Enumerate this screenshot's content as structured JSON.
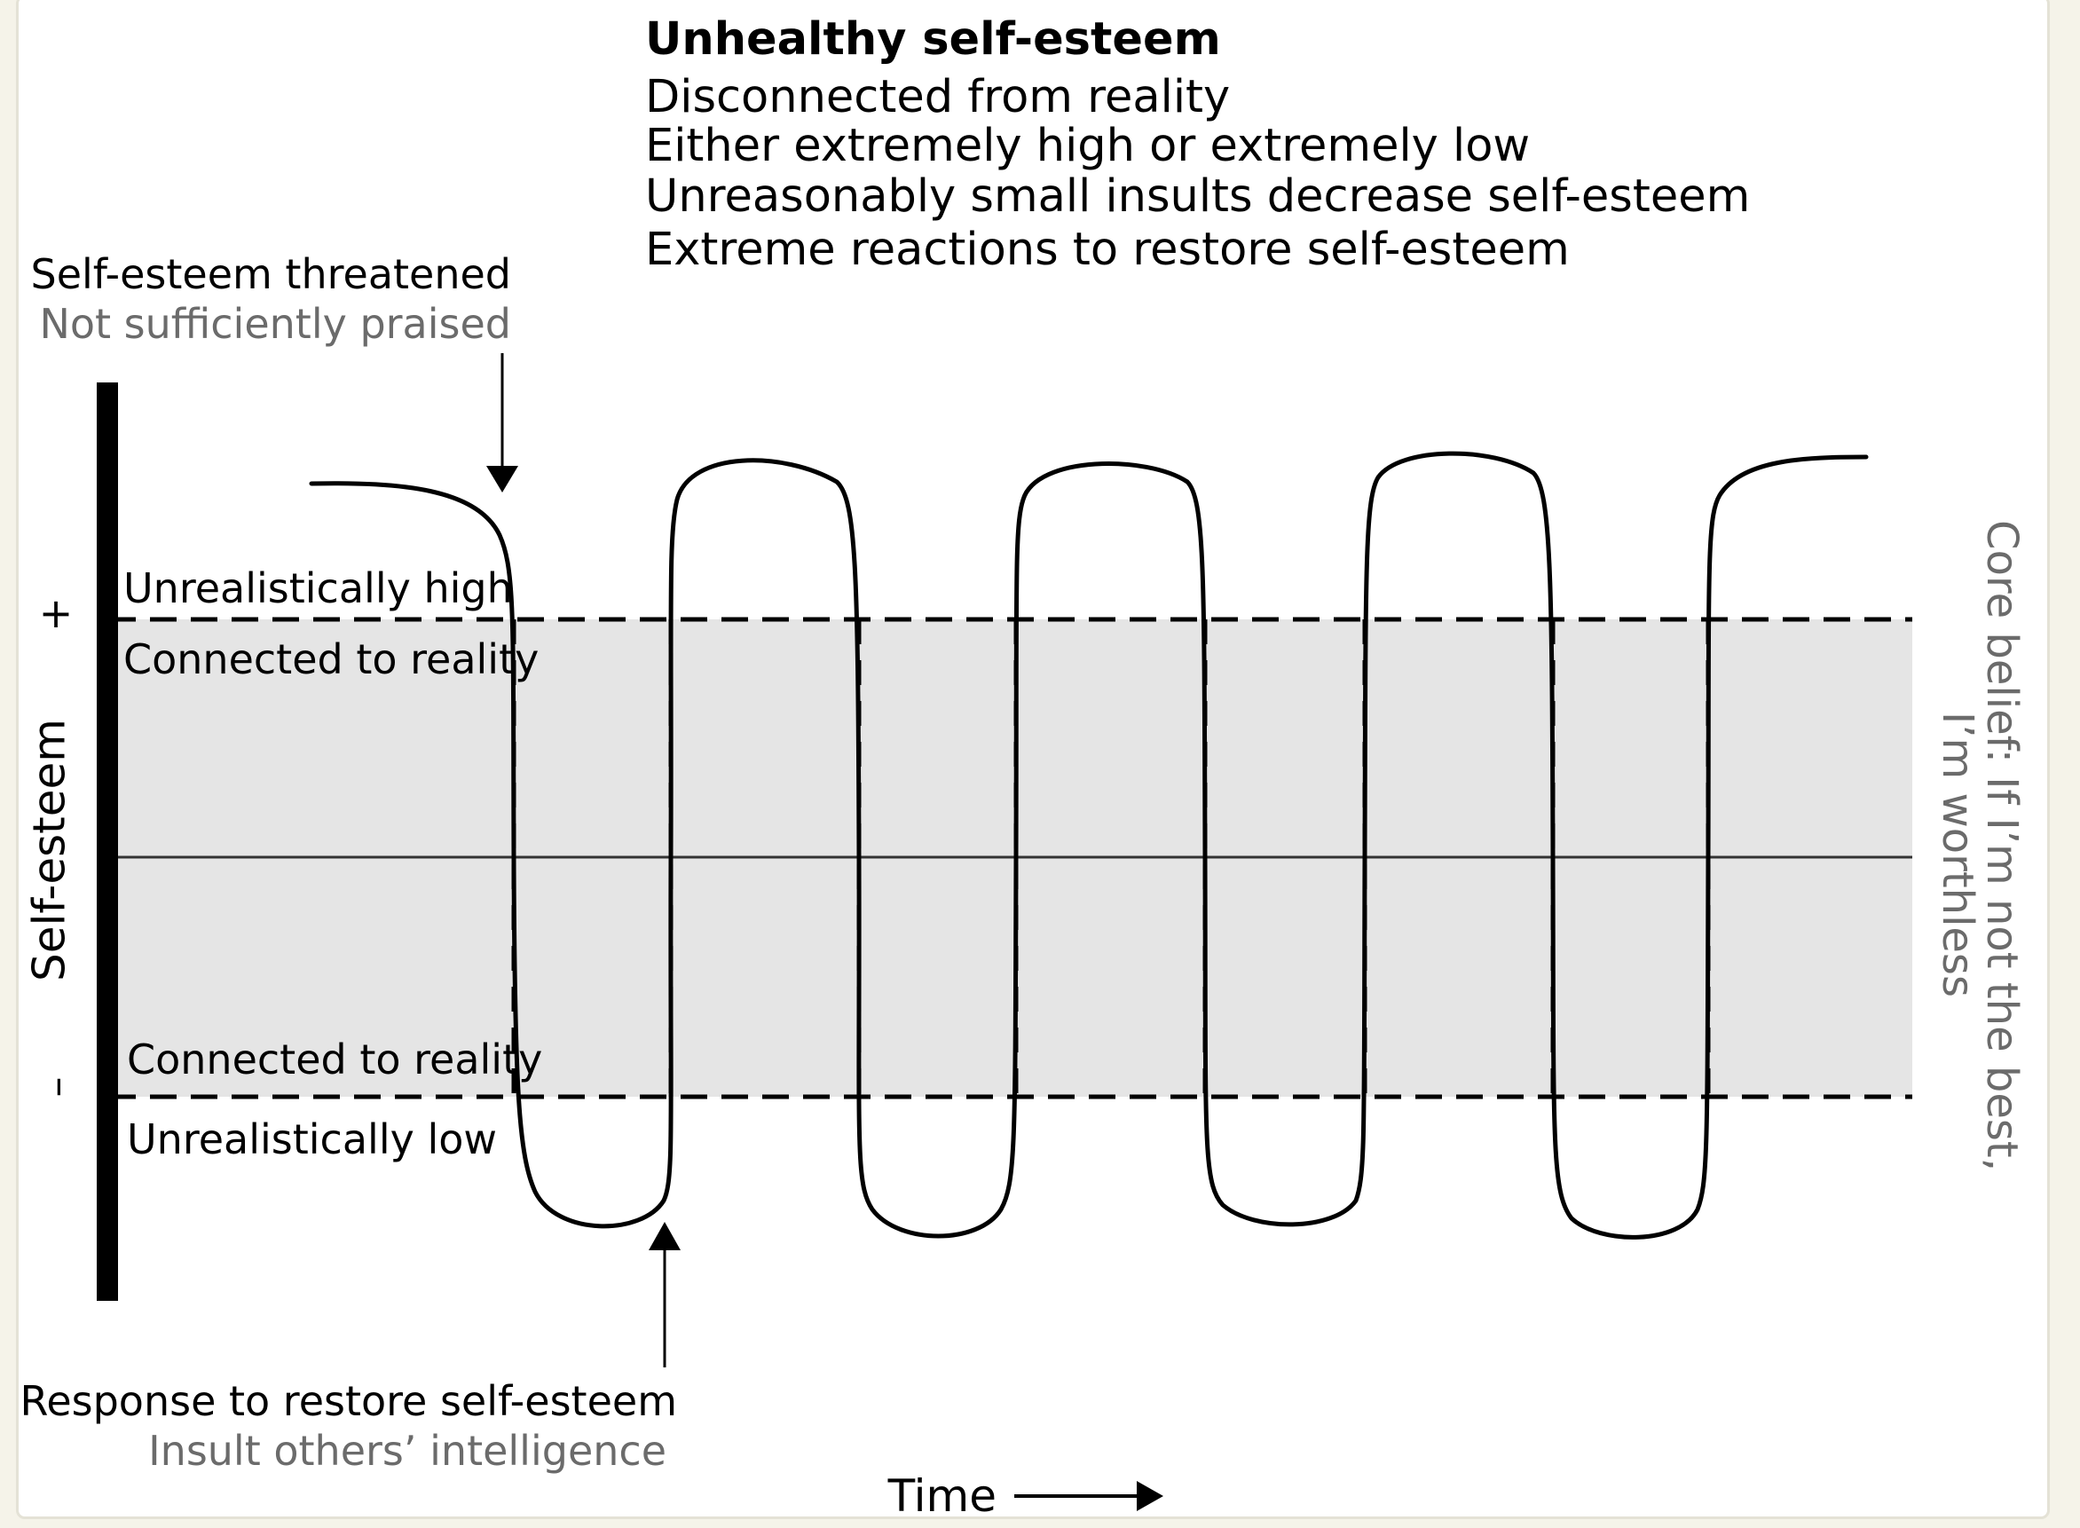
{
  "header": {
    "title": "Unhealthy self-esteem",
    "lines": [
      "Disconnected from reality",
      "Either extremely high or extremely low",
      "Unreasonably small insults decrease self-esteem",
      "Extreme reactions to restore self-esteem"
    ]
  },
  "threat_callout": {
    "title": "Self-esteem threatened",
    "example": "Not sufficiently praised"
  },
  "response_callout": {
    "title": "Response to restore self-esteem",
    "example": "Insult others’ intelligence"
  },
  "axis": {
    "y_label": "Self-esteem",
    "plus_sign": "+",
    "minus_sign": "–",
    "x_label": "Time"
  },
  "bands": {
    "upper_outside": "Unrealistically high",
    "upper_inside": "Connected to reality",
    "lower_inside": "Connected to reality",
    "lower_outside": "Unrealistically low"
  },
  "side_note": {
    "line1": "Core belief: If I’m not the best,",
    "line2": "I’m worthless"
  },
  "colors": {
    "band_fill": "#e5e5e5",
    "ink": "#000000",
    "secondary_text": "#6b6b6b",
    "page_background": "#f5f3e9"
  }
}
